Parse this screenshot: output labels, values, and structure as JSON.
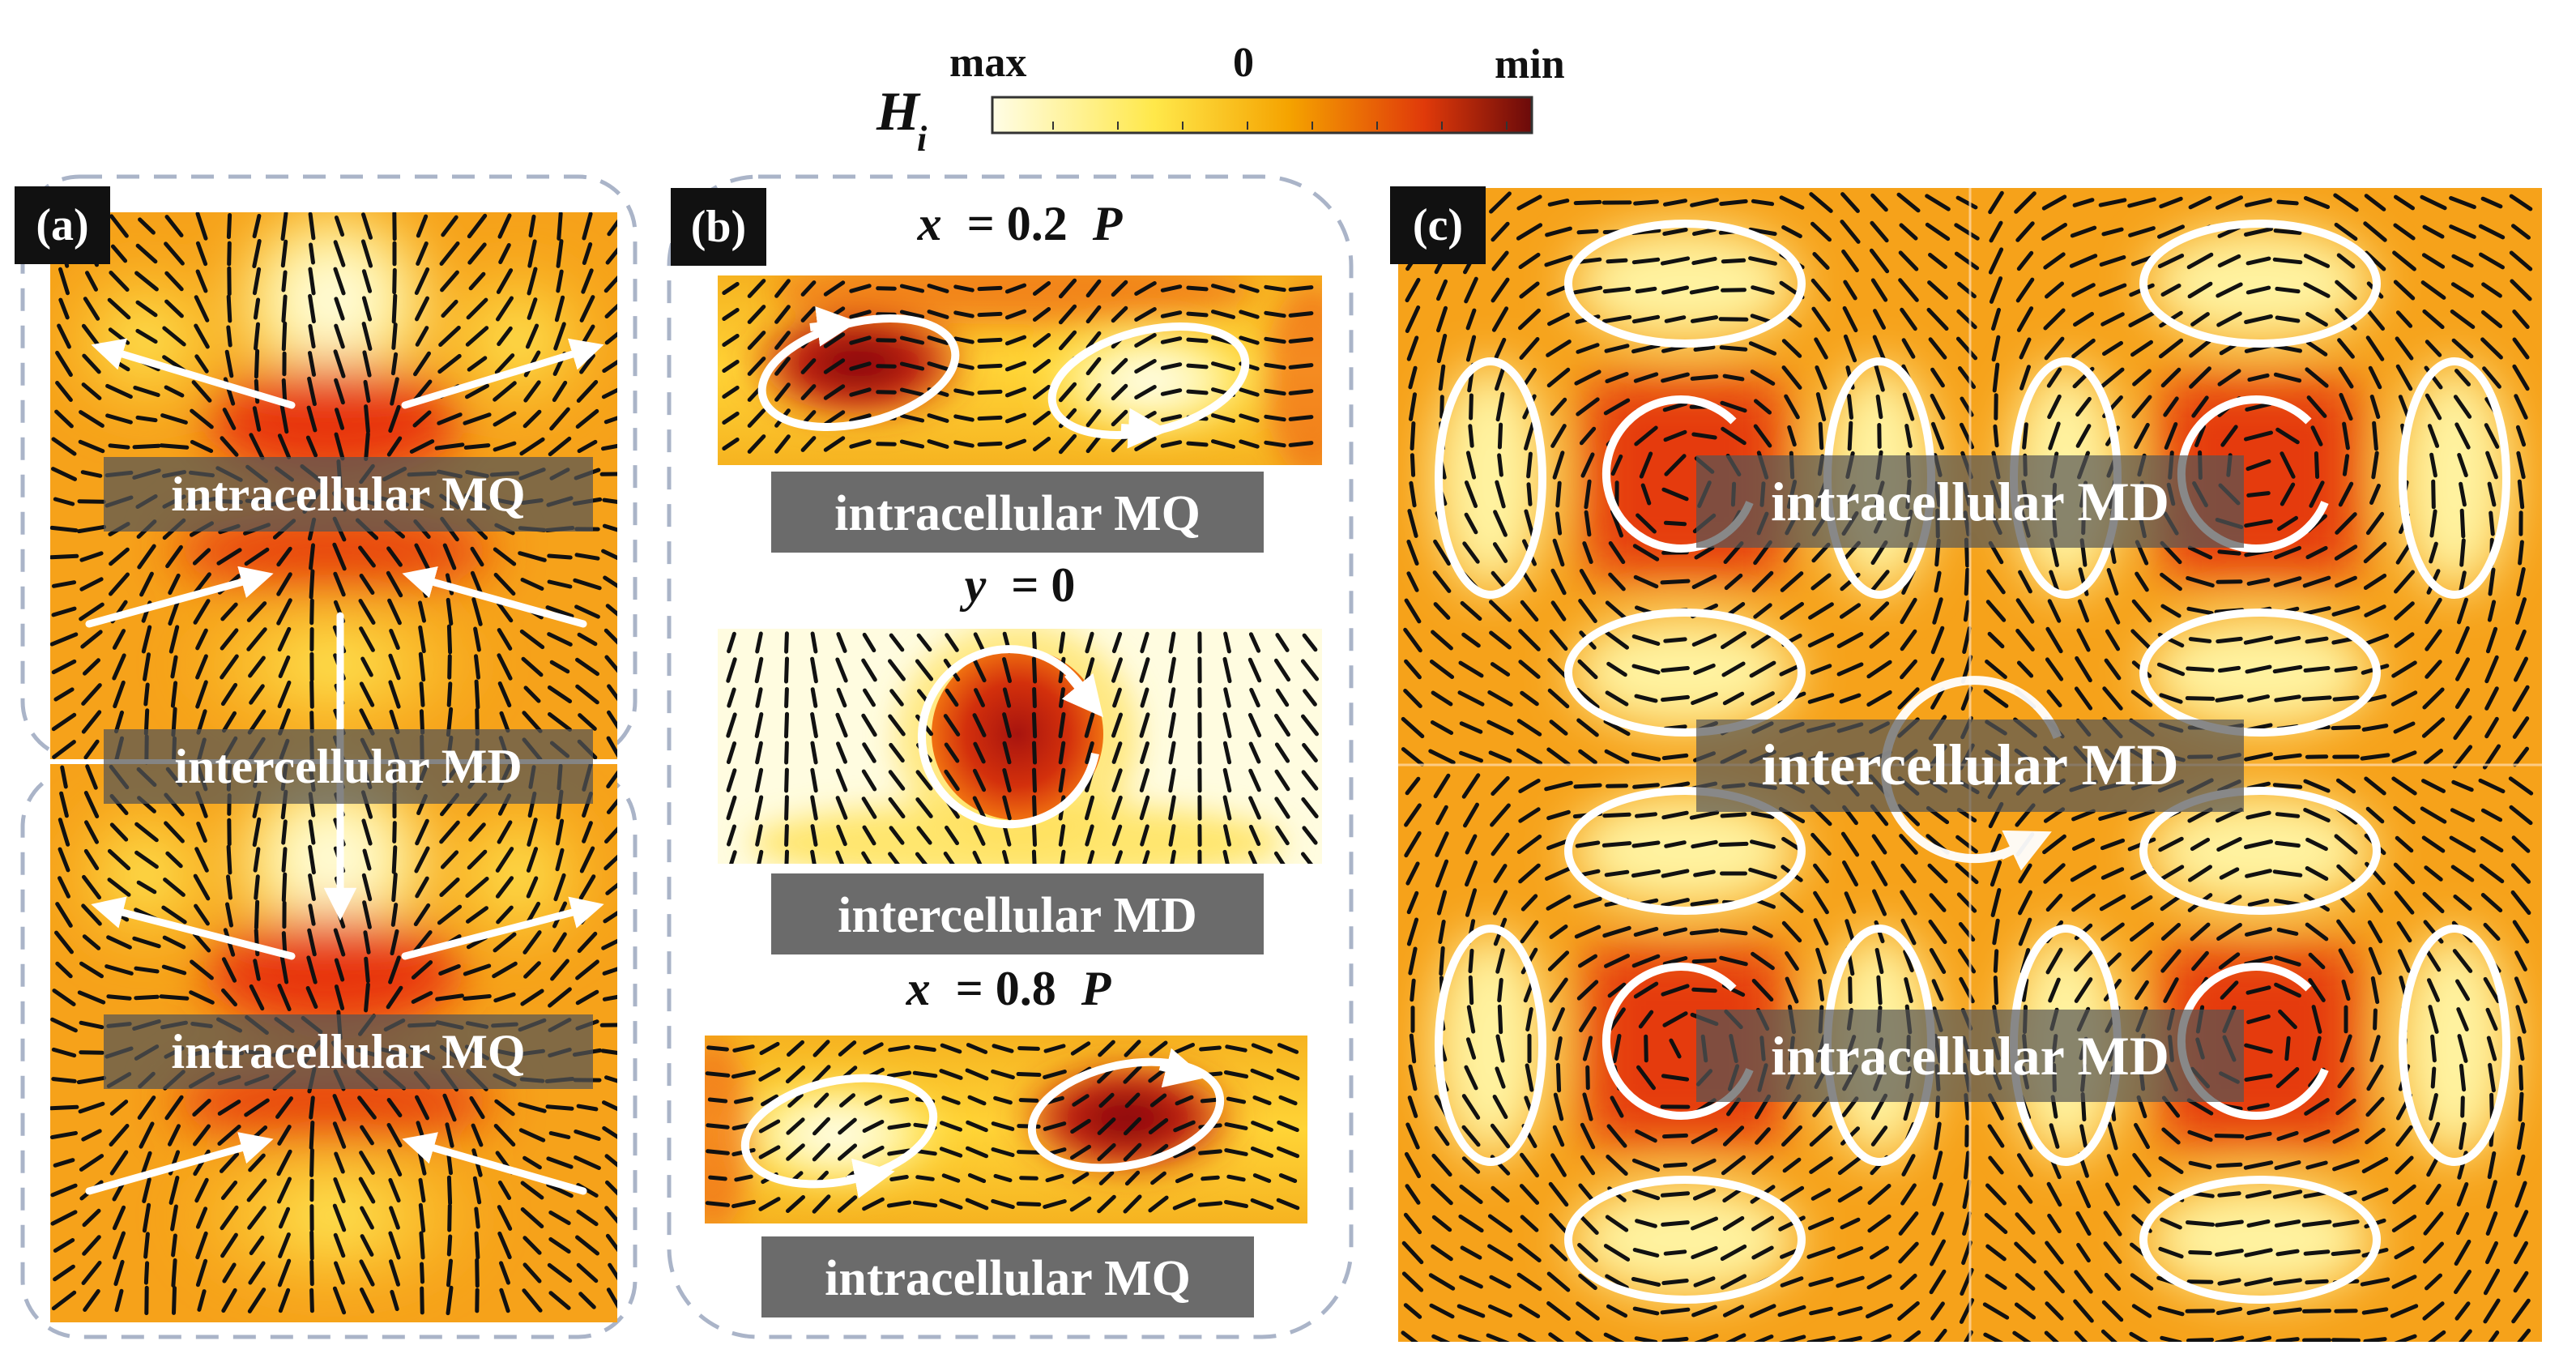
{
  "colorbar": {
    "symbol": "H",
    "subscript": "i",
    "max_label": "max",
    "zero_label": "0",
    "min_label": "min",
    "colors": [
      "#fffde6",
      "#ffe84a",
      "#f5a300",
      "#e03a0a",
      "#6b0a0a"
    ]
  },
  "panel_a": {
    "tag": "(a)",
    "labels": [
      "intracellular MQ",
      "intercellular MD",
      "intracellular MQ"
    ]
  },
  "panel_b": {
    "tag": "(b)",
    "slices": [
      {
        "title_var": "x",
        "title_value": "= 0.2",
        "title_unit": "P",
        "label": "intracellular MQ"
      },
      {
        "title_var": "y",
        "title_value": "= 0",
        "title_unit": "",
        "label": "intercellular MD"
      },
      {
        "title_var": "x",
        "title_value": "= 0.8",
        "title_unit": "P",
        "label": "intracellular MQ"
      }
    ]
  },
  "panel_c": {
    "tag": "(c)",
    "labels": [
      "intracellular MD",
      "intercellular MD",
      "intracellular MD"
    ]
  },
  "palette": {
    "background": "#f6a21a",
    "hot": "#e33a0f",
    "dark": "#8c0c0c",
    "pale": "#fffbe0",
    "yellow": "#ffe94d",
    "frame": "#aab4c8",
    "label_box": "#5a5a5a"
  }
}
